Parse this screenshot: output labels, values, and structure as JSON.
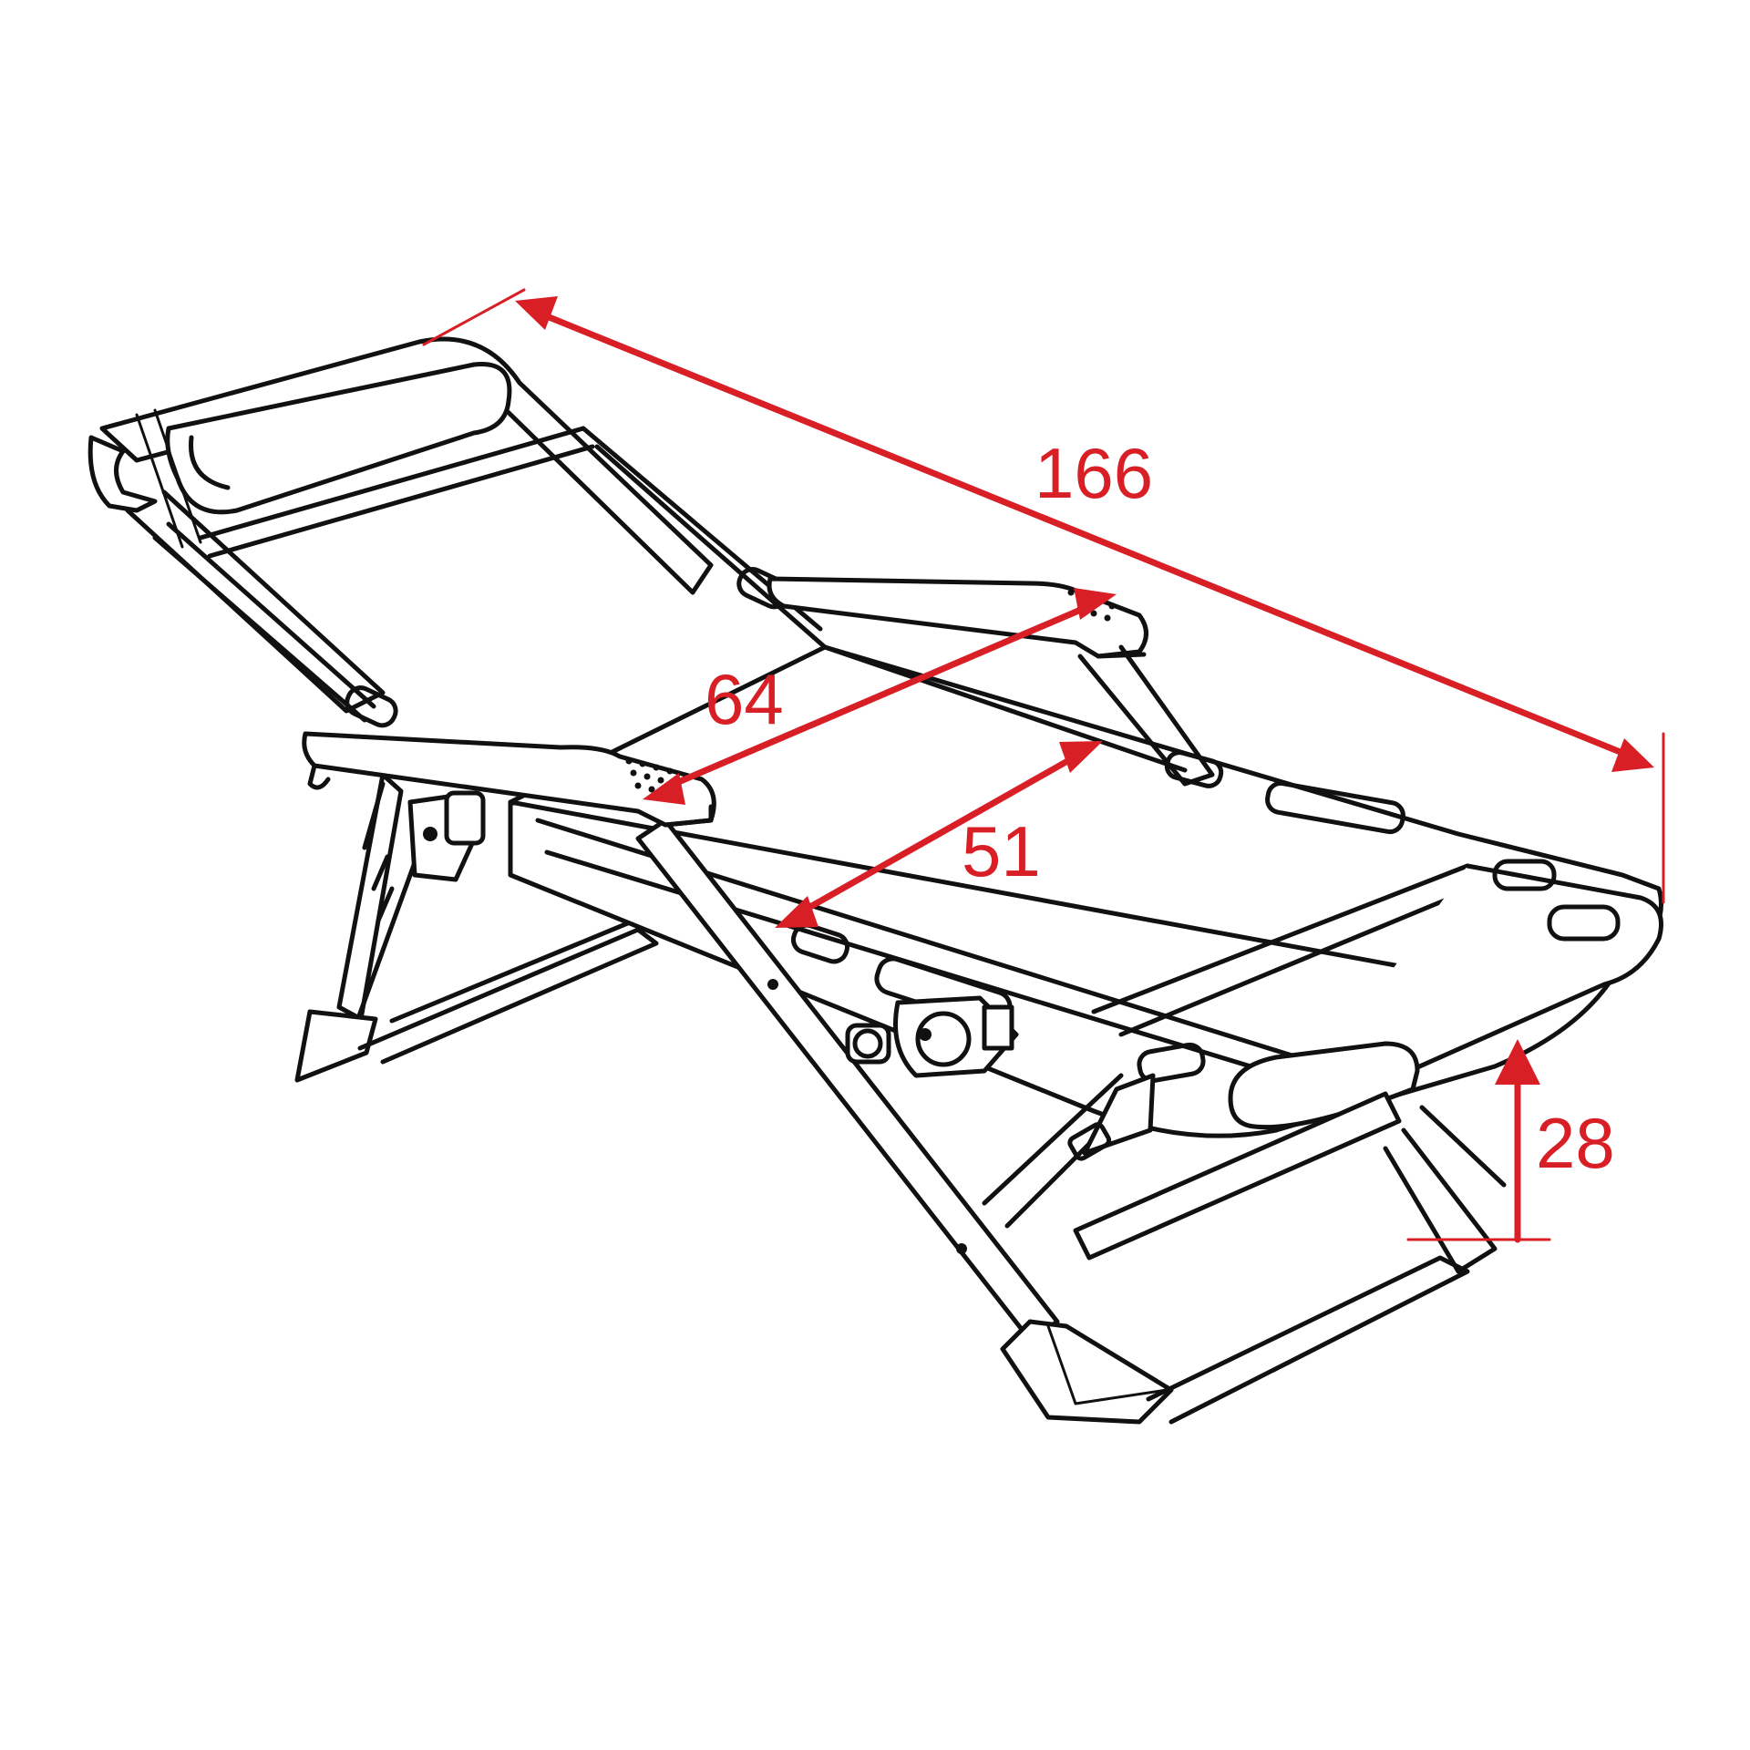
{
  "dimensions": {
    "length": "166",
    "armrest_width": "64",
    "seat_width": "51",
    "seat_height": "28"
  },
  "colors": {
    "dimension": "#d81f26",
    "line_art": "#111111",
    "background": "#ffffff"
  }
}
